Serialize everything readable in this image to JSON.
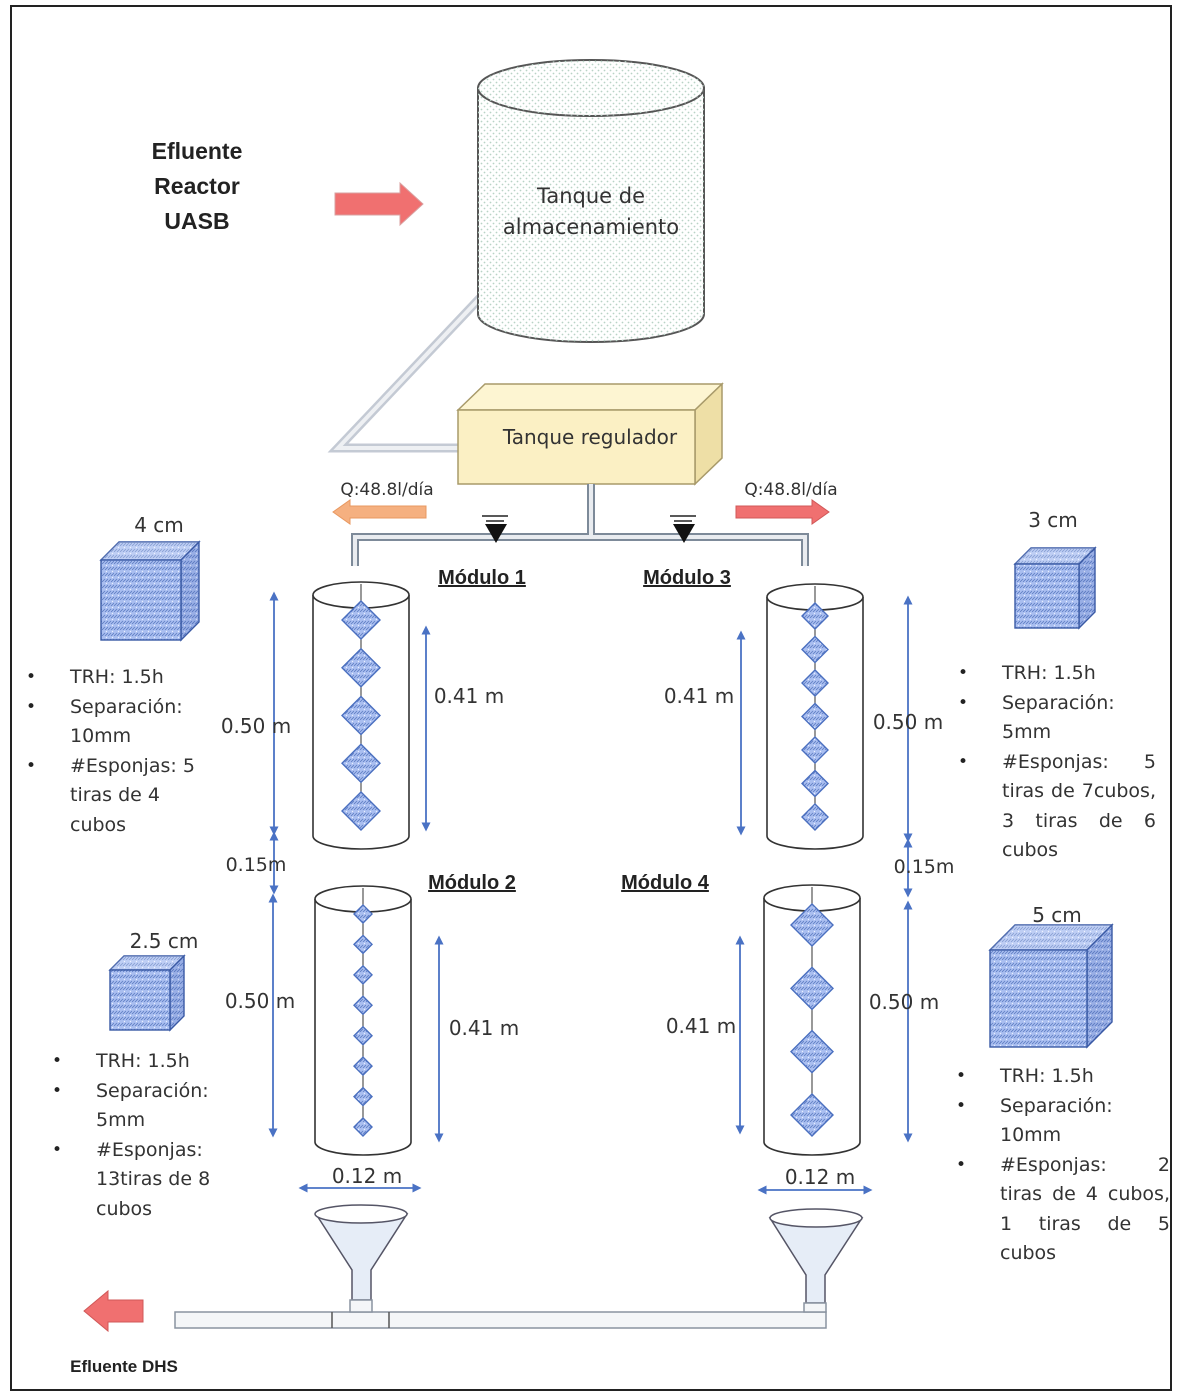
{
  "source": {
    "line1": "Efluente",
    "line2": "Reactor",
    "line3": "UASB"
  },
  "storage_tank": {
    "line1": "Tanque de",
    "line2": "almacenamiento"
  },
  "regulator_tank": {
    "label": "Tanque regulador"
  },
  "flow_left": "Q:48.8l/día",
  "flow_right": "Q:48.8l/día",
  "modules": [
    {
      "title": "Módulo 1",
      "height": "0.50 m",
      "packing": "0.41 m"
    },
    {
      "title": "Módulo 2",
      "height": "0.50 m",
      "packing": "0.41 m",
      "diameter": "0.12 m"
    },
    {
      "title": "Módulo 3",
      "height": "0.50 m",
      "packing": "0.41 m"
    },
    {
      "title": "Módulo 4",
      "height": "0.50 m",
      "packing": "0.41 m",
      "diameter": "0.12 m"
    }
  ],
  "gap_left": "0.15m",
  "gap_right": "0.15m",
  "cubes": {
    "m1": "4 cm",
    "m2": "2.5 cm",
    "m3": "3 cm",
    "m4": "5 cm"
  },
  "specs": {
    "m1": [
      "TRH: 1.5h",
      "Separación: 10mm",
      "#Esponjas: 5 tiras de 4 cubos"
    ],
    "m2": [
      "TRH: 1.5h",
      "Separación: 5mm",
      "#Esponjas: 13tiras de 8 cubos"
    ],
    "m3": [
      "TRH: 1.5h",
      "Separación: 5mm",
      "#Esponjas: 5 tiras de 7cubos, 3 tiras de 6 cubos"
    ],
    "m4": [
      "TRH: 1.5h",
      "Separación: 10mm",
      "#Esponjas: 2 tiras de 4 cubos, 1 tiras de 5 cubos"
    ]
  },
  "outlet": "Efluente DHS",
  "colors": {
    "arrow_red": "#f07070",
    "arrow_orange": "#f5b080",
    "dim_blue": "#4a72c4",
    "tank_fill": "#fbf0c4",
    "cube_fill": "#9db4e8",
    "pipe": "#cfd4dc"
  }
}
